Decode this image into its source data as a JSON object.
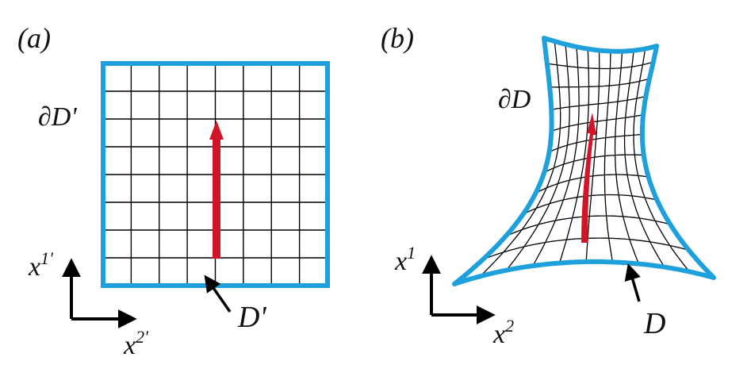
{
  "panel_a": {
    "tag": "(a)",
    "boundary_label": "∂D'",
    "domain_label": "D'",
    "axis_vertical": {
      "base": "x",
      "sup": "1'"
    },
    "axis_horizontal": {
      "base": "x",
      "sup": "2'"
    }
  },
  "panel_b": {
    "tag": "(b)",
    "boundary_label": "∂D",
    "domain_label": "D",
    "axis_vertical": {
      "base": "x",
      "sup": "1"
    },
    "axis_horizontal": {
      "base": "x",
      "sup": "2"
    }
  },
  "colors": {
    "boundary": "#1ea0dc",
    "grid": "#000000",
    "vector": "#d0142a",
    "axes": "#000000"
  }
}
